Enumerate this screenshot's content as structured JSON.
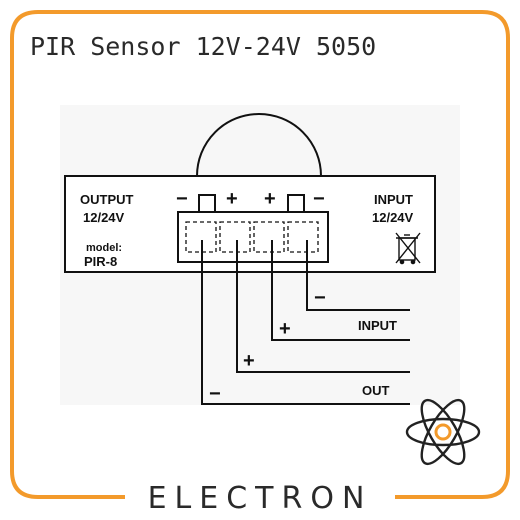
{
  "title": "PIR Sensor 12V-24V 5050",
  "brand": "ELECTRON",
  "colors": {
    "frame": "#F39A2B",
    "atom_center": "#F39A2B",
    "ink": "#111111"
  },
  "icons": [
    "atom-icon",
    "weee-bin-icon"
  ],
  "device": {
    "output_label": "OUTPUT",
    "output_voltage": "12/24V",
    "model_label": "model:",
    "model_value": "PIR-8",
    "input_label": "INPUT",
    "input_voltage": "12/24V",
    "terminal_signs": [
      "−",
      "+",
      "+",
      "−"
    ]
  },
  "wires": [
    {
      "sign": "−",
      "group": "INPUT"
    },
    {
      "sign": "+",
      "group": "INPUT"
    },
    {
      "sign": "+",
      "group": "OUT"
    },
    {
      "sign": "−",
      "group": "OUT"
    }
  ],
  "wire_labels": {
    "input": "INPUT",
    "out": "OUT"
  }
}
